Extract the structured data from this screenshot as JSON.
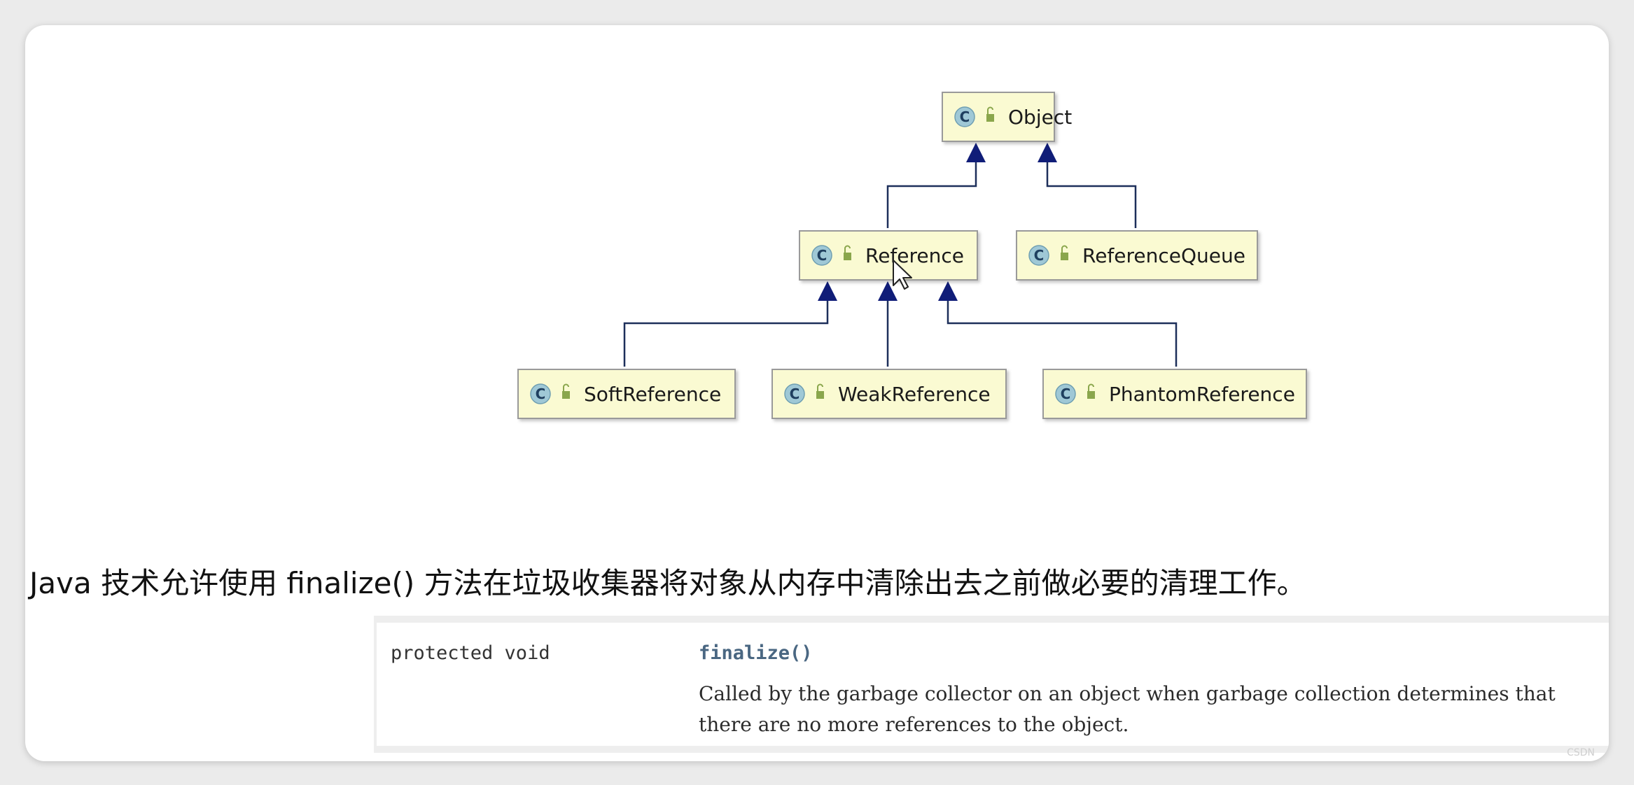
{
  "diagram": {
    "classes": {
      "object": "Object",
      "reference": "Reference",
      "reference_queue": "ReferenceQueue",
      "soft_reference": "SoftReference",
      "weak_reference": "WeakReference",
      "phantom_reference": "PhantomReference"
    },
    "class_icon_letter": "C",
    "colors": {
      "box_fill": "#fafad2",
      "box_border": "#9a9a9a",
      "edge": "#1d2f5a",
      "arrow": "#101d78",
      "icon_circle": "#9fc8d6",
      "lock_icon": "#8aa64c"
    },
    "edges": [
      {
        "from": "Reference",
        "to": "Object"
      },
      {
        "from": "ReferenceQueue",
        "to": "Object"
      },
      {
        "from": "SoftReference",
        "to": "Reference"
      },
      {
        "from": "WeakReference",
        "to": "Reference"
      },
      {
        "from": "PhantomReference",
        "to": "Reference"
      }
    ]
  },
  "description": "Java 技术允许使用 finalize() 方法在垃圾收集器将对象从内存中清除出去之前做必要的清理工作。",
  "api": {
    "modifier": "protected void",
    "method": "finalize()",
    "method_description": "Called by the garbage collector on an object when garbage collection determines that there are no more references to the object."
  }
}
